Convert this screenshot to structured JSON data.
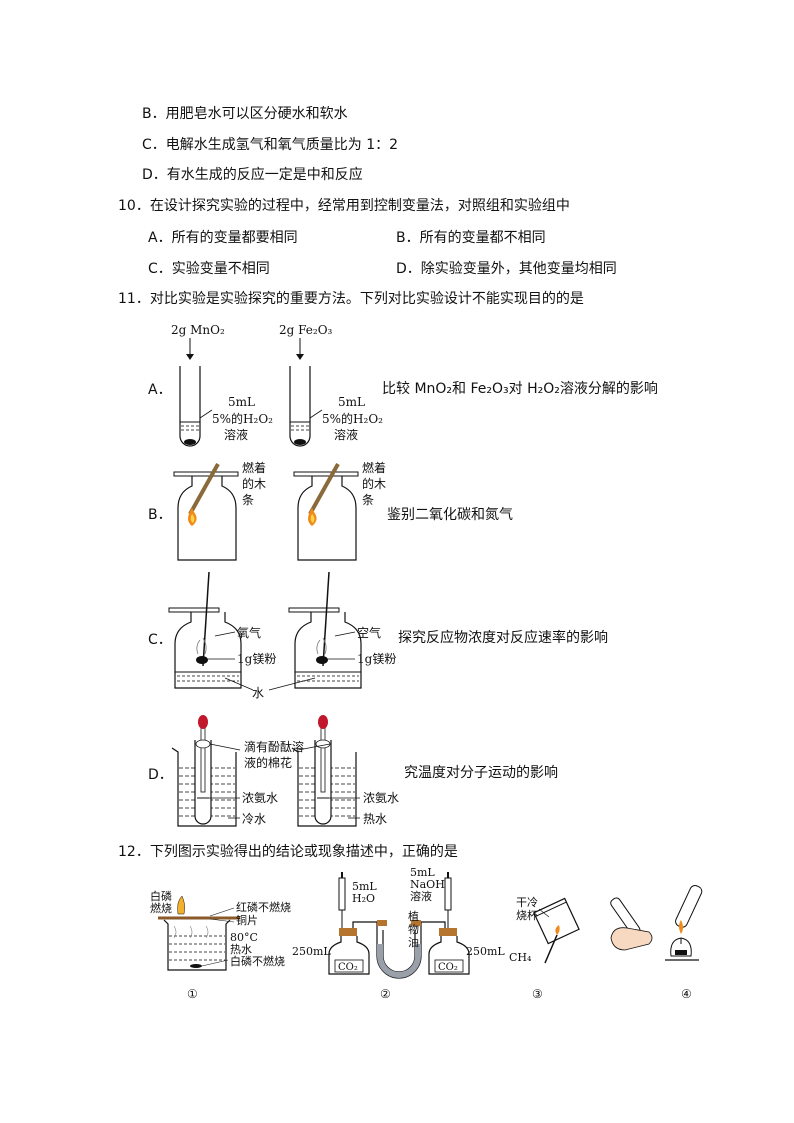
{
  "q9": {
    "optB": "B．用肥皂水可以区分硬水和软水",
    "optC": "C．电解水生成氢气和氧气质量比为 1：2",
    "optD": "D．有水生成的反应一定是中和反应"
  },
  "q10": {
    "stem": "10．在设计探究实验的过程中，经常用到控制变量法，对照组和实验组中",
    "optA": "A．所有的变量都要相同",
    "optB": "B．所有的变量都不相同",
    "optC": "C．实验变量不相同",
    "optD": "D．除实验变量外，其他变量均相同"
  },
  "q11": {
    "stem": "11．对比实验是实验探究的重要方法。下列对比实验设计不能实现目的的是",
    "A": {
      "letter": "A．",
      "left_top": "2g MnO₂",
      "right_top": "2g Fe₂O₃",
      "vol": "5mL",
      "conc": "5%的H₂O₂",
      "sol": "溶液",
      "desc": "比较 MnO₂和 Fe₂O₃对 H₂O₂溶液分解的影响"
    },
    "B": {
      "letter": "B．",
      "label": [
        "燃着",
        "的木",
        "条"
      ],
      "desc": "鉴别二氧化碳和氮气"
    },
    "C": {
      "letter": "C．",
      "gas_left": "氧气",
      "gas_right": "空气",
      "mg": "1g镁粉",
      "water": "水",
      "desc": "探究反应物浓度对反应速率的影响"
    },
    "D": {
      "letter": "D．",
      "cotton1": "滴有酚酞溶",
      "cotton2": "液的棉花",
      "ammonia": "浓氨水",
      "cold": "冷水",
      "hot": "热水",
      "desc": "究温度对分子运动的影响"
    }
  },
  "q12": {
    "stem": "12．下列图示实验得出的结论或现象描述中，正确的是",
    "fig1": {
      "white_burn1": "白磷",
      "white_burn2": "燃烧",
      "red_no": "红磷不燃烧",
      "copper": "铜片",
      "temp": "80°C",
      "hot_water": "热水",
      "white_no": "白磷不燃烧",
      "num": "①"
    },
    "fig2": {
      "left_vol": "5mL",
      "left_reag": "H₂O",
      "right_vol": "5mL",
      "right_reag1": "NaOH",
      "right_reag2": "溶液",
      "bottle": "250mL",
      "co2": "CO₂",
      "oil": [
        "植",
        "物",
        "油"
      ],
      "num": "②"
    },
    "fig3": {
      "cup1": "干冷",
      "cup2": "烧杯",
      "gas": "CH₄",
      "num": "③"
    },
    "fig4": {
      "num": "④"
    }
  }
}
